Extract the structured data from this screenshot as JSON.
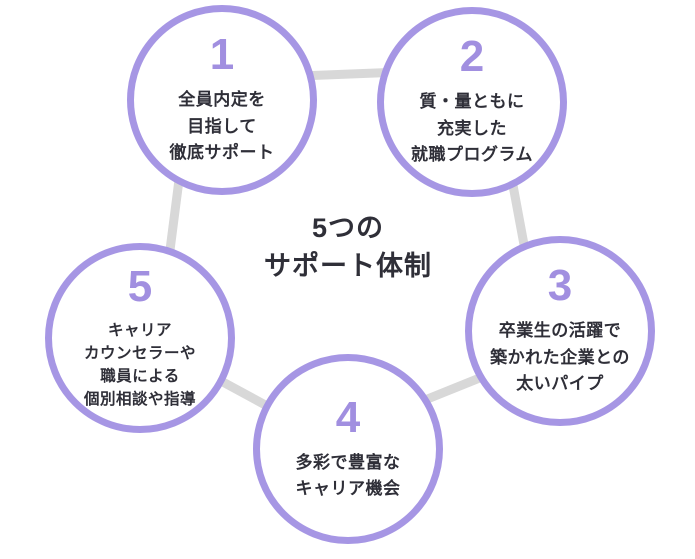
{
  "title": {
    "line1": "5つの",
    "line2": "サポート体制"
  },
  "items": [
    {
      "number": "1",
      "lines": [
        "全員内定を",
        "目指して",
        "徹底サポート"
      ]
    },
    {
      "number": "2",
      "lines": [
        "質・量ともに",
        "充実した",
        "就職プログラム"
      ]
    },
    {
      "number": "3",
      "lines": [
        "卒業生の活躍で",
        "築かれた企業との",
        "太いパイプ"
      ]
    },
    {
      "number": "4",
      "lines": [
        "多彩で豊富な",
        "キャリア機会"
      ]
    },
    {
      "number": "5",
      "lines": [
        "キャリア",
        "カウンセラーや",
        "職員による",
        "個別相談や指導"
      ]
    }
  ],
  "colors": {
    "circle_border": "#a696e4",
    "number": "#a18fe0",
    "text": "#2f2f38",
    "connector": "#d8d8d8",
    "background": "#ffffff"
  }
}
